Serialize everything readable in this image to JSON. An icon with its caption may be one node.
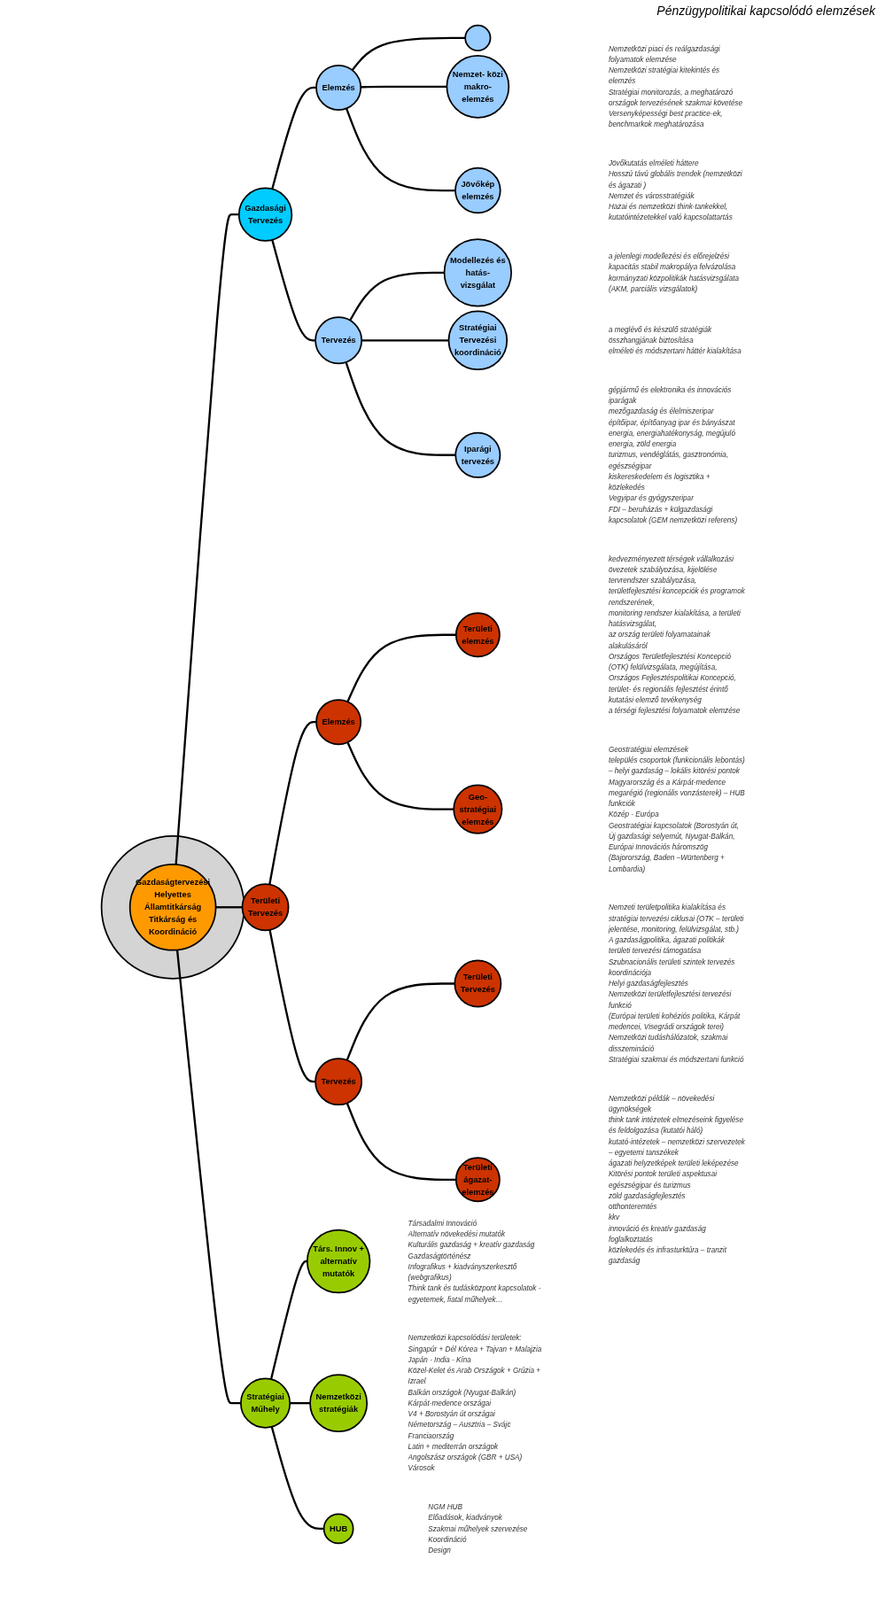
{
  "diagram": {
    "nodes": [
      {
        "text": [],
        "shape": "circle"
      },
      {
        "text": [
          "Gazdaságtervezési Helyettes Államtitkárság",
          "Titkárság és Koordináció"
        ],
        "in": 0
      },
      {
        "text": [
          "Gazdasági Tervezés"
        ]
      },
      {
        "text": [
          "Elemzés"
        ]
      },
      {
        "text": [],
        "shape": "circle"
      },
      {
        "text": [
          "Nemzet- közi makro- elemzés"
        ],
        "beside": [
          "Nemzetközi piaci és reálgazdasági folyamatok elemzése",
          "Nemzetközi stratégiai kitekintés és elemzés",
          "Stratégiai monitorozás, a meghatározó országok tervezésének szakmai követése",
          "Versenyképességi best practice-ek, benchmarkok meghatározása"
        ]
      },
      {
        "text": [
          "Jövőkép elemzés"
        ],
        "beside": [
          "Jövőkutatás elméleti háttere",
          "Hosszú távú globális trendek (nemzetközi és ágazati )",
          "Nemzet és városstratégiák",
          "Hazai és nemzetközi think-tankekkel, kutatóintézetekkel való kapcsolattartás"
        ]
      },
      {
        "text": [
          "Tervezés"
        ]
      },
      {
        "text": [
          "Modellezés és hatás- vizsgálat"
        ],
        "beside": [
          "a jelenlegi modellezési és előrejelzési kapacitás stabil makropálya felvázolása",
          "kormányzati közpolitikák hatásvizsgálata (AKM, parciális vizsgálatok)"
        ]
      },
      {
        "text": [
          "Stratégiai Tervezési koordináció"
        ],
        "beside": [
          "a meglévő és készülő stratégiák összhangjának biztosítása",
          "elméleti és módszertani háttér kialakítása"
        ]
      },
      {
        "text": [
          "Iparági tervezés"
        ],
        "beside": [
          "gépjármű és elektronika és innovációs iparágak",
          "mezőgazdaság és élelmiszeripar",
          "építőipar, építőanyag ipar és bányászat",
          "energia, energiahatékonyság, megújuló energia, zöld energia",
          "turizmus, vendéglátás, gasztronómia, egészségipar",
          "kiskereskedelem és logisztika + közlekedés",
          "Vegyipar és gyógyszeripar",
          "FDI – beruházás + külgazdasági kapcsolatok (GEM nemzetközi referens)"
        ]
      },
      {
        "text": [
          "Területi Tervezés"
        ]
      },
      {
        "text": [
          "Elemzés"
        ]
      },
      {
        "text": [
          "Területi elemzés"
        ],
        "beside": [
          "kedvezményezett térségek vállalkozási övezetek szabályozása, kijelölése",
          "tervrendszer szabályozása, területfejlesztési koncepciók és programok rendszerének,",
          "monitoring rendszer kialakítása, a területi hatásvizsgálat,",
          "az ország területi folyamatainak alakulásáról",
          "Országos Területfejlesztési Koncepció (OTK) felülvizsgálata, megújítása,",
          "Országos Fejlesztéspolitikai Koncepció,",
          "terület- és regionális fejlesztést érintő kutatási elemző tevékenység",
          "a térségi fejlesztési folyamatok elemzése"
        ]
      },
      {
        "text": [
          "Geo- stratégiai elemzés"
        ],
        "beside": [
          "Geostratégiai elemzések",
          "település csoportok (funkcionális lebontás) – helyi gazdaság – lokális kitörési pontok",
          "Magyarország és a Kárpát-medence",
          "megarégió (regionális vonzásterek) – HUB funkciók",
          "Közép - Európa",
          "Geostratégiai kapcsolatok (Borostyán út, Új gazdasági selyemút, Nyugat-Balkán,",
          "Európai Innovációs háromszög (Bajorország, Baden –Würtenberg + Lombardia)"
        ]
      },
      {
        "text": [
          "Tervezés"
        ]
      },
      {
        "text": [
          "Területi Tervezés"
        ],
        "beside": [
          "Nemzeti területpolitika kialakítása és stratégiai tervezési ciklusai (OTK – területi jelentése, monitoring, felülvizsgálat, stb.)",
          "A gazdaságpolitika, ágazati politikák területi tervezési támogatása",
          "Szubnacionális területi szintek tervezés koordinációja",
          "Helyi gazdaságfejlesztés",
          "Nemzetközi területfejlesztési tervezési funkció",
          "(Európai területi kohéziós politika, Kárpát medencei, Visegrádi országok terei)",
          "Nemzetközi tudáshálózatok, szakmai disszemináció",
          "Stratégiai szakmai és módszertani funkció"
        ]
      },
      {
        "text": [
          "Területi ágazat- elemzés"
        ],
        "beside": [
          "Nemzetközi példák – növekedési ügynökségek",
          "think tank intézetek elmezéseink figyelése és feldolgozása (kutatói háló)",
          "kutató-intézetek – nemzetközi szervezetek – egyetemi tanszékek",
          "ágazati helyzetképek területi leképezése",
          "Kitörési pontok területi aspektusai",
          "egészségipar és turizmus",
          "zöld gazdaságfejlesztés",
          "otthonteremtés",
          "kkv",
          "innováció és kreatív gazdaság",
          "foglalkoztatás",
          "közlekedés és infrasturktúra – tranzit gazdaság"
        ]
      },
      {
        "text": [
          "Stratégiai Műhely"
        ]
      },
      {
        "text": [
          "Társ. Innov + alternatív mutatók"
        ],
        "beside": [
          "Társadalmi Innováció",
          "Alternatív növekedési mutatók",
          "Kulturális gazdaság + kreatív gazdaság",
          "Gazdaságtörténész",
          "Infografikus + kiadványszerkesztő (webgrafikus)",
          "Think tank és tudásközpont kapcsolatok - egyetemek, fiatal műhelyek…"
        ]
      },
      {
        "text": [
          "Nemzetközi stratégiák"
        ],
        "beside": [
          "Nemzetközi kapcsolódási területek:",
          "Singapúr + Dél Kórea + Tajvan + Malajzia",
          "Japán - India - Kína",
          "Közel-Kelet és Arab Országok + Grúzia + Izrael",
          "Balkán országok (Nyugat-Balkán)",
          "Kárpát-medence országai",
          "V4 + Borostyán út országai",
          "Németország – Ausztria – Svájc",
          "Franciaország",
          "Latin + mediterrán országok",
          "Angolszász országok (GBR + USA)",
          "Városok"
        ]
      },
      {
        "text": [
          "HUB"
        ],
        "beside": [
          "NGM HUB",
          "Előadások, kiadványok",
          "Szakmai műhelyek szervezése",
          "Koordináció",
          "Design"
        ]
      }
    ],
    "edges": [
      {
        "from": 1,
        "to": 2,
        "arrow": "none"
      },
      {
        "from": 1,
        "to": 11,
        "arrow": "none"
      },
      {
        "from": 1,
        "to": 18,
        "arrow": "none"
      },
      {
        "from": 2,
        "to": 3,
        "arrow": "none"
      },
      {
        "from": 2,
        "to": 7,
        "arrow": "none"
      },
      {
        "from": 3,
        "to": 4,
        "arrow": "none"
      },
      {
        "from": 3,
        "to": 5,
        "arrow": "none"
      },
      {
        "from": 3,
        "to": 6,
        "arrow": "none"
      },
      {
        "from": 7,
        "to": 8,
        "arrow": "none"
      },
      {
        "from": 7,
        "to": 9,
        "arrow": "none"
      },
      {
        "from": 7,
        "to": 10,
        "arrow": "none"
      },
      {
        "from": 11,
        "to": 12,
        "arrow": "none"
      },
      {
        "from": 11,
        "to": 15,
        "arrow": "none"
      },
      {
        "from": 12,
        "to": 13,
        "arrow": "none"
      },
      {
        "from": 12,
        "to": 14,
        "arrow": "none"
      },
      {
        "from": 15,
        "to": 16,
        "arrow": "none"
      },
      {
        "from": 15,
        "to": 17,
        "arrow": "none"
      },
      {
        "from": 18,
        "to": 19,
        "arrow": "none"
      },
      {
        "from": 18,
        "to": 20,
        "arrow": "none"
      },
      {
        "from": 18,
        "to": 21,
        "arrow": "none"
      }
    ],
    "labels": [
      "Pénzügypolitikai kapcsolódó elemzések"
    ]
  }
}
